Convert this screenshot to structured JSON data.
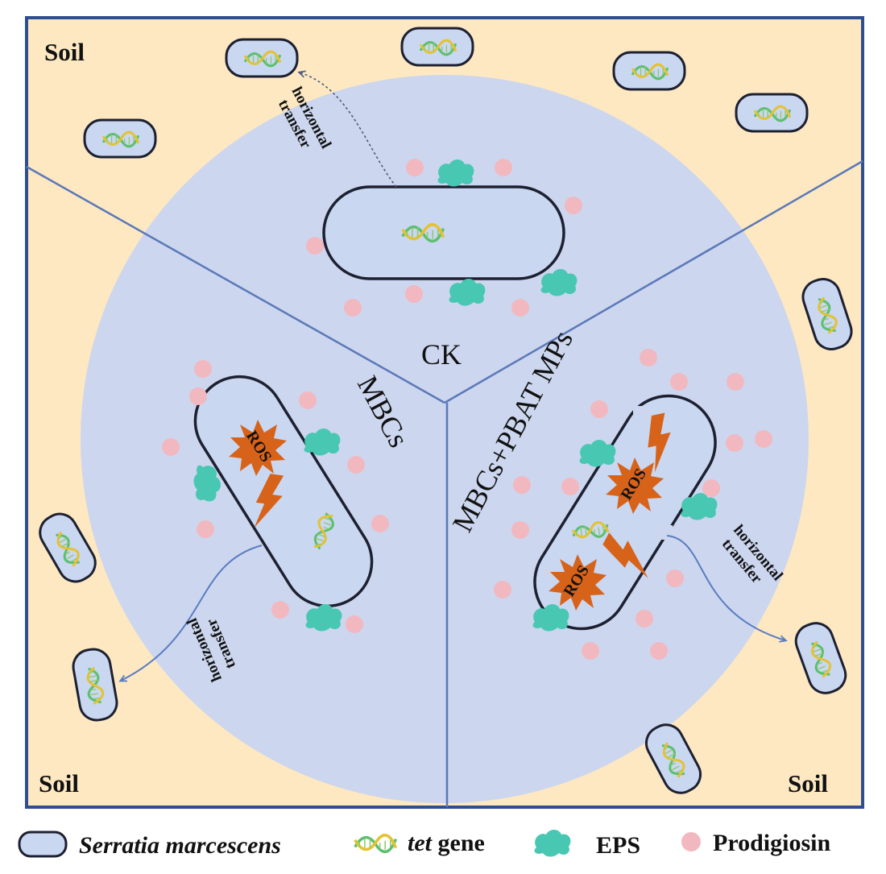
{
  "regions": {
    "top_left_soil": "Soil",
    "bottom_left_soil": "Soil",
    "bottom_right_soil": "Soil"
  },
  "groups": {
    "ck": "CK",
    "mbcs": "MBCs",
    "mbcs_pbat": "MBCs+PBAT MPs"
  },
  "ros_label": "ROS",
  "transfer": {
    "line1": "horizontal",
    "line2": "transfer"
  },
  "legend": {
    "bacterium": "Serratia marcescens",
    "gene_italic": "tet",
    "gene_rest": " gene",
    "eps": "EPS",
    "prodigiosin": "Prodigiosin"
  },
  "colors": {
    "soil": "#fde8c2",
    "circle": "#ccd6ee",
    "border": "#2e4f8f",
    "cell_fill": "#c9d7f1",
    "cell_stroke": "#1d2030",
    "eps": "#48c7b3",
    "prodigiosin": "#f2b8c0",
    "ros": "#d7631a",
    "arrow": "#5a7cc1"
  }
}
